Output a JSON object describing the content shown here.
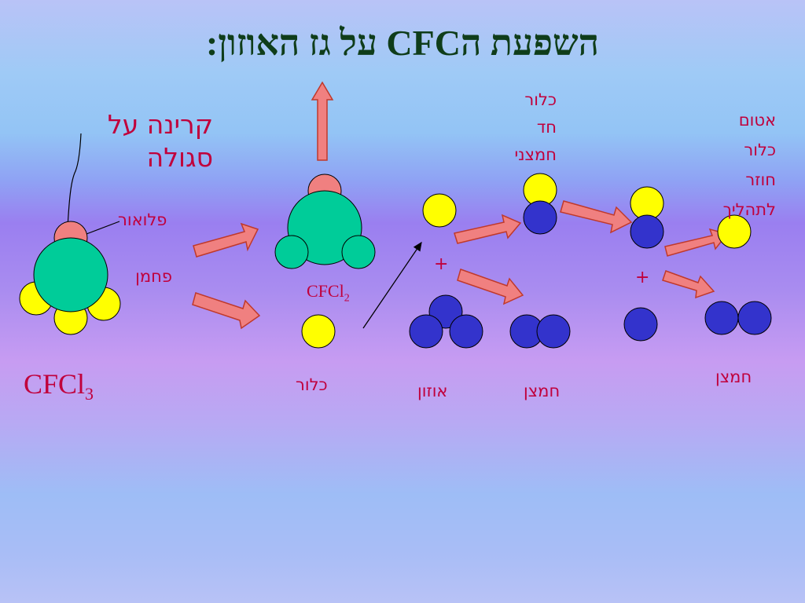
{
  "title": "השפעת הCFC על גז האוזון:",
  "labels": {
    "uv_radiation": "קרינה על סגולה",
    "fluorine": "פלואור",
    "carbon": "פחמן",
    "cfcl3_formula": "CFCl",
    "cfcl3_subscript": "3",
    "cfcl2_formula": "CFCl",
    "cfcl2_subscript": "2",
    "chlorine": "כלור",
    "ozone": "אוזון",
    "oxygen_middle": "חמצן",
    "oxygen_right": "חמצן",
    "chlorine_monoxide_1": "כלור",
    "chlorine_monoxide_2": "חד",
    "chlorine_monoxide_3": "חמצני",
    "returning_chlorine_1": "אטום",
    "returning_chlorine_2": "כלור",
    "returning_chlorine_3": "חוזר",
    "returning_chlorine_4": "לתהליך",
    "plus_left": "+",
    "plus_right": "+"
  },
  "colors": {
    "title": "#0f3d1a",
    "label": "#c0003c",
    "carbon": "#00cc99",
    "fluorine": "#f08080",
    "chlorine": "#ffff00",
    "oxygen": "#3333cc",
    "arrow_fill": "#f08080",
    "arrow_stroke": "#c0392b"
  }
}
